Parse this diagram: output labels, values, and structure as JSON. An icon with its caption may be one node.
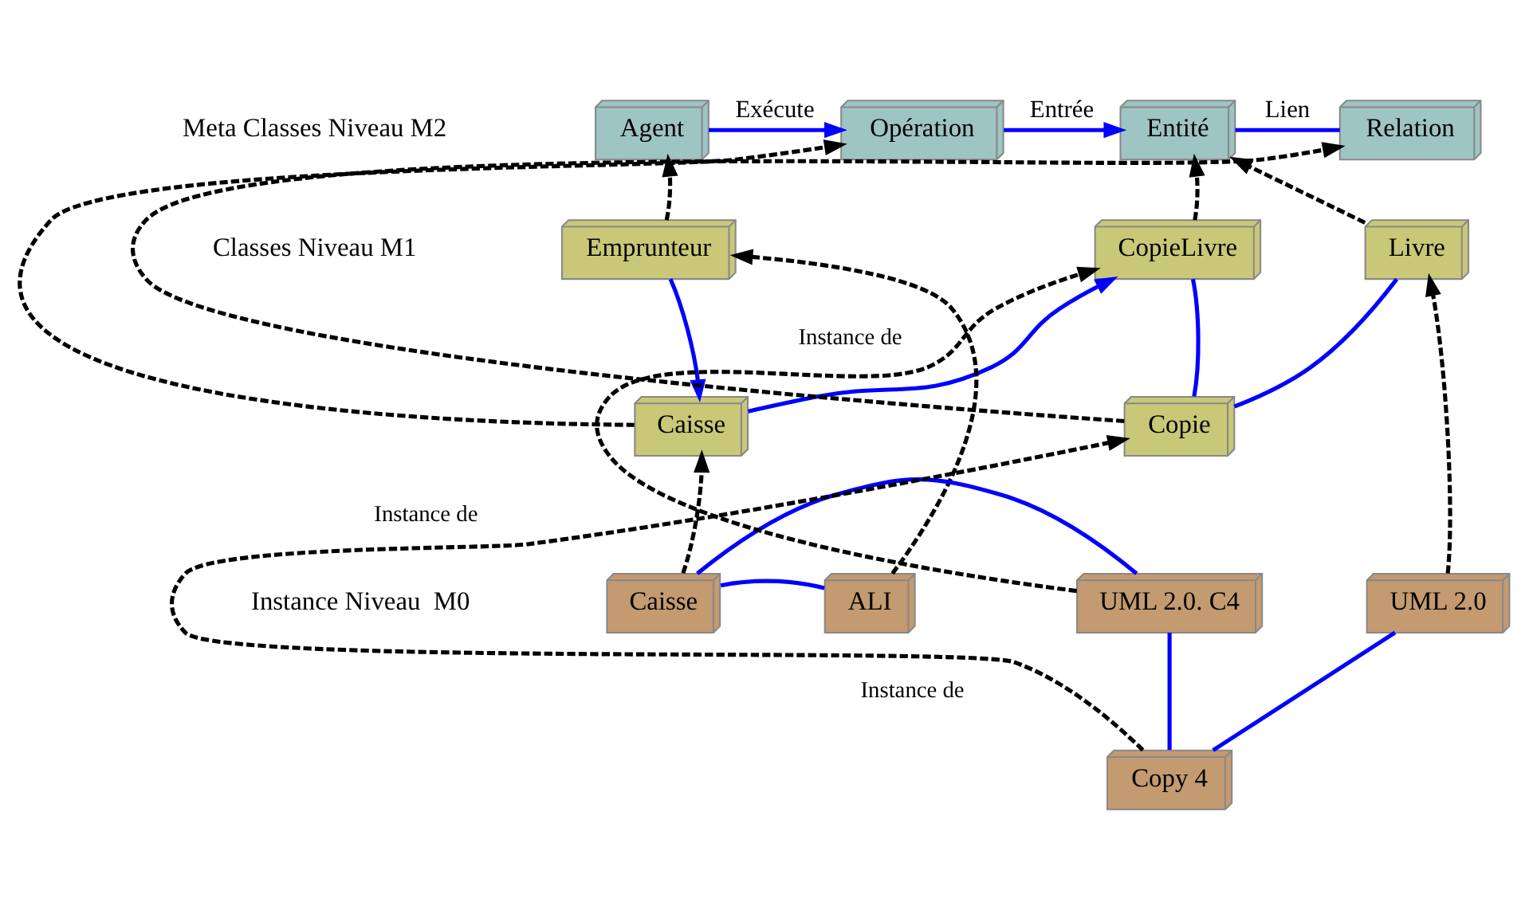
{
  "diagram": {
    "nodes": [
      {
        "text": [
          "Agent"
        ]
      },
      {
        "text": [
          "Opération"
        ]
      },
      {
        "text": [
          "Entité"
        ]
      },
      {
        "text": [
          "Relation"
        ]
      },
      {
        "text": [
          "Emprunteur"
        ]
      },
      {
        "text": [
          "CopieLivre"
        ]
      },
      {
        "text": [
          "Livre"
        ]
      },
      {
        "text": [
          "Caisse"
        ]
      },
      {
        "text": [
          "Copie"
        ]
      },
      {
        "text": [
          "ALI"
        ]
      },
      {
        "text": [
          "Caisse"
        ]
      },
      {
        "text": [
          "UML 2.0. C4"
        ]
      },
      {
        "text": [
          "UML 2.0"
        ]
      },
      {
        "text": [
          "Copy 4"
        ]
      }
    ],
    "edges": [
      {
        "from": 0,
        "to": 1,
        "arrow": "to",
        "label": "Exécute"
      },
      {
        "from": 1,
        "to": 2,
        "arrow": "to",
        "label": "Entrée"
      },
      {
        "from": 2,
        "to": 3,
        "arrow": "none",
        "label": "Lien"
      },
      {
        "from": 4,
        "to": 7,
        "arrow": "to"
      },
      {
        "from": 7,
        "to": 5,
        "arrow": "to"
      },
      {
        "from": 5,
        "to": 8,
        "arrow": "none"
      },
      {
        "from": 8,
        "to": 6,
        "arrow": "none"
      },
      {
        "from": 9,
        "to": 10,
        "arrow": "none"
      },
      {
        "from": 10,
        "to": 11,
        "arrow": "none"
      },
      {
        "from": 11,
        "to": 13,
        "arrow": "none"
      },
      {
        "from": 13,
        "to": 12,
        "arrow": "none"
      },
      {
        "from": 4,
        "to": 0,
        "arrow": "to",
        "style": "dashed",
        "color": "#000000"
      },
      {
        "from": 7,
        "to": 1,
        "arrow": "to",
        "style": "dashed",
        "color": "#000000"
      },
      {
        "from": 5,
        "to": 2,
        "arrow": "to",
        "style": "dashed",
        "color": "#000000"
      },
      {
        "from": 6,
        "to": 2,
        "arrow": "to",
        "style": "dashed",
        "color": "#000000"
      },
      {
        "from": 8,
        "to": 3,
        "arrow": "to",
        "style": "dashed",
        "color": "#000000"
      },
      {
        "from": 9,
        "to": 4,
        "arrow": "to",
        "style": "dashed",
        "color": "#000000"
      },
      {
        "from": 10,
        "to": 7,
        "arrow": "to",
        "style": "dashed",
        "color": "#000000"
      },
      {
        "from": 11,
        "to": 5,
        "arrow": "to",
        "style": "dashed",
        "color": "#000000"
      },
      {
        "from": 13,
        "to": 8,
        "arrow": "to",
        "style": "dashed",
        "color": "#000000"
      },
      {
        "from": 12,
        "to": 6,
        "arrow": "to",
        "style": "dashed",
        "color": "#000000"
      }
    ],
    "labels": [
      "Meta Classes Niveau M2",
      "Classes Niveau M1",
      "Instance Niveau  M0",
      "Instance de",
      "Instance de",
      "Instance de"
    ]
  }
}
